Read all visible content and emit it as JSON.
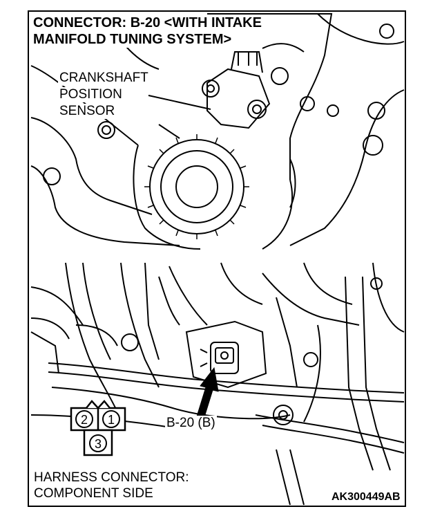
{
  "title": {
    "line1": "CONNECTOR: B-20 <WITH INTAKE",
    "line2": "MANIFOLD TUNING SYSTEM>"
  },
  "sensor_label": {
    "line1": "CRANKSHAFT",
    "line2": "POSITION",
    "line3": "SENSOR"
  },
  "connector_callout": "B-20 (B)",
  "pins": [
    "2",
    "1",
    "3"
  ],
  "harness_label": {
    "line1": "HARNESS CONNECTOR:",
    "line2": "COMPONENT SIDE"
  },
  "figure_code": "AK300449AB"
}
